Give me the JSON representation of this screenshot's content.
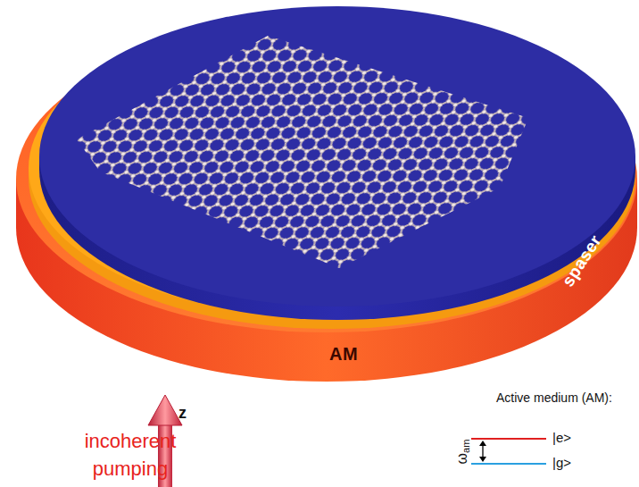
{
  "diagram": {
    "nodes": [
      {
        "text": [
          "spaser"
        ]
      },
      {
        "text": [
          "AM"
        ]
      }
    ],
    "labels": [
      "z",
      "incoherent pumping",
      "Active medium (AM):",
      "|e>",
      "|g>",
      "ω",
      "am"
    ]
  }
}
